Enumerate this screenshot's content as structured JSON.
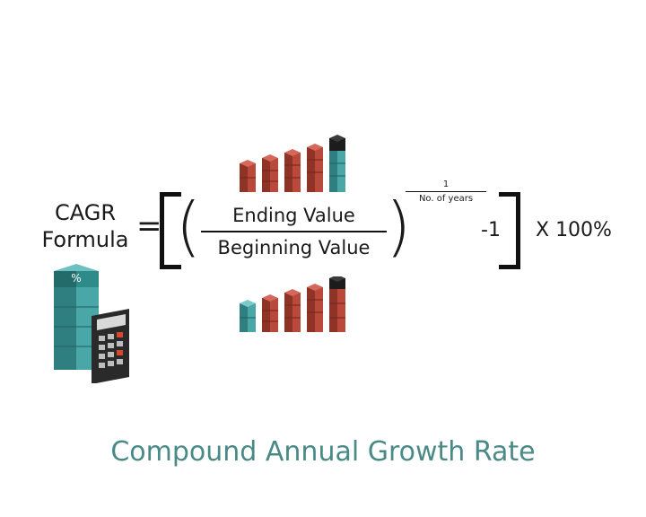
{
  "formula": {
    "label_line1": "CAGR",
    "label_line2": "Formula",
    "equals": "=",
    "numerator": "Ending Value",
    "denominator": "Beginning Value",
    "exponent_num": "1",
    "exponent_den": "No. of years",
    "minus_one": "-1",
    "times_100": "X 100%"
  },
  "footer": {
    "title": "Compound Annual Growth Rate"
  },
  "illustration": {
    "percent_symbol": "%"
  },
  "colors": {
    "teal": "#4aa7a8",
    "teal_dark": "#2f7f80",
    "brick": "#b9493a",
    "brick_dark": "#7e2d24",
    "black_stack": "#1c1c1c",
    "footer_text": "#4a8a86"
  }
}
